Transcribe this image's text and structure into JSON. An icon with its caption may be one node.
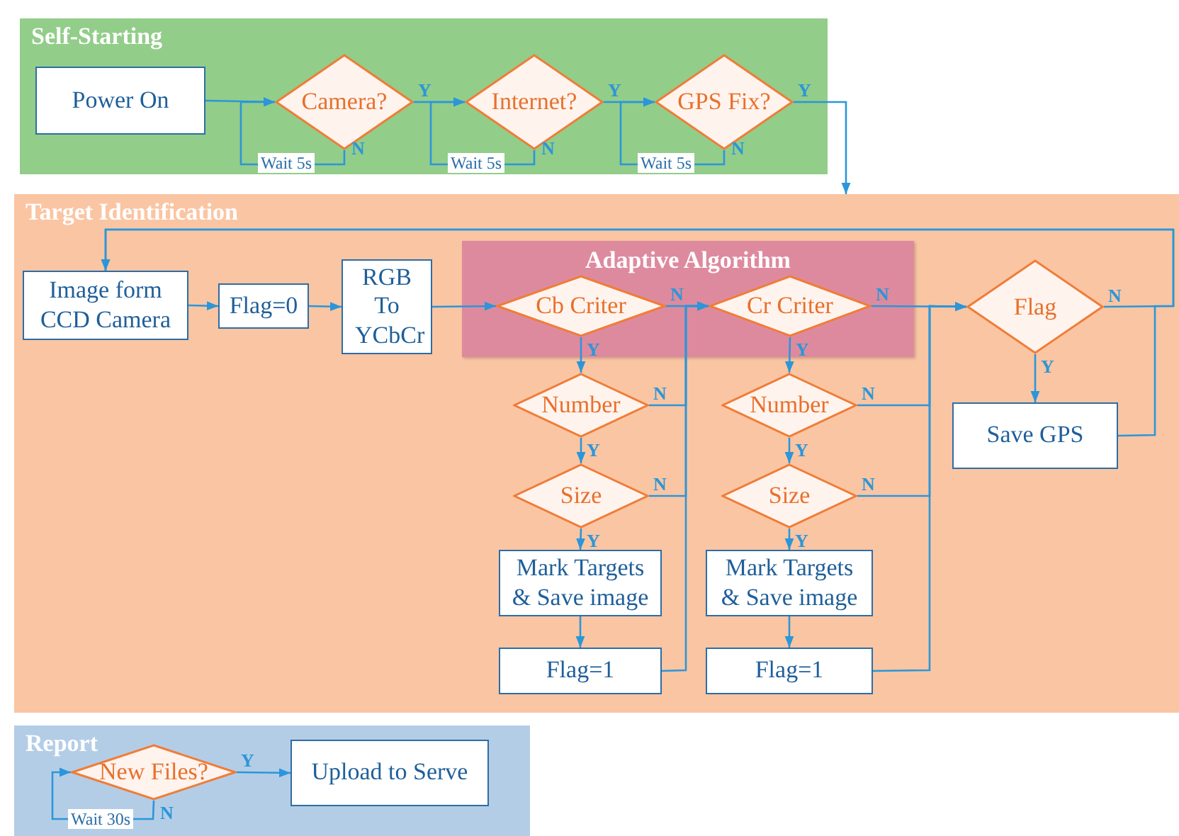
{
  "diagram": {
    "nodes": [
      {
        "text": [
          "Self-Starting"
        ]
      },
      {
        "text": [
          "Power On"
        ],
        "in": 0
      },
      {
        "text": [
          "Camera?"
        ],
        "in": 0
      },
      {
        "text": [
          "Internet?"
        ],
        "in": 0
      },
      {
        "text": [
          "GPS Fix?"
        ],
        "in": 0
      },
      {
        "text": [
          "Target Identification"
        ]
      },
      {
        "text": [
          "Image form CCD Camera"
        ],
        "in": 5
      },
      {
        "text": [
          "Flag=0"
        ],
        "in": 5
      },
      {
        "text": [
          "RGB To YCbCr"
        ],
        "in": 5
      },
      {
        "text": [
          "Adaptive Algorithm"
        ],
        "in": 5
      },
      {
        "text": [
          "Cb Criter"
        ],
        "in": 9
      },
      {
        "text": [
          "Cr Criter"
        ],
        "in": 9
      },
      {
        "text": [
          "Flag"
        ],
        "in": 5
      },
      {
        "text": [
          "Number"
        ],
        "in": 5
      },
      {
        "text": [
          "Size"
        ],
        "in": 5
      },
      {
        "text": [
          "Mark Targets & Save image"
        ],
        "in": 5
      },
      {
        "text": [
          "Flag=1"
        ],
        "in": 5
      },
      {
        "text": [
          "Number"
        ],
        "in": 5
      },
      {
        "text": [
          "Size"
        ],
        "in": 5
      },
      {
        "text": [
          "Mark Targets & Save image"
        ],
        "in": 5
      },
      {
        "text": [
          "Flag=1"
        ],
        "in": 5
      },
      {
        "text": [
          "Save GPS"
        ],
        "in": 5
      },
      {
        "text": [
          "Report"
        ]
      },
      {
        "text": [
          "New Files?"
        ],
        "in": 22
      },
      {
        "text": [
          "Upload to Serve"
        ],
        "in": 22
      }
    ],
    "edges": [
      {
        "from": 1,
        "to": 2,
        "arrow": "to"
      },
      {
        "from": 2,
        "to": 2,
        "label": "Wait 5s",
        "arrow": "to"
      },
      {
        "from": 2,
        "to": 3,
        "label": "Y",
        "arrow": "to"
      },
      {
        "from": 3,
        "to": 3,
        "label": "Wait 5s",
        "arrow": "to"
      },
      {
        "from": 3,
        "to": 4,
        "label": "Y",
        "arrow": "to"
      },
      {
        "from": 4,
        "to": 4,
        "label": "Wait 5s",
        "arrow": "to"
      },
      {
        "from": 4,
        "to": 5,
        "label": "Y",
        "arrow": "to"
      },
      {
        "from": 6,
        "to": 7,
        "arrow": "to"
      },
      {
        "from": 7,
        "to": 8,
        "arrow": "to"
      },
      {
        "from": 8,
        "to": 10,
        "arrow": "to"
      },
      {
        "from": 10,
        "to": 11,
        "label": "N",
        "arrow": "to"
      },
      {
        "from": 10,
        "to": 13,
        "label": "Y",
        "arrow": "to"
      },
      {
        "from": 13,
        "to": 14,
        "label": "Y",
        "arrow": "to"
      },
      {
        "from": 14,
        "to": 15,
        "label": "Y",
        "arrow": "to"
      },
      {
        "from": 15,
        "to": 16,
        "arrow": "to"
      },
      {
        "from": 13,
        "to": 11,
        "label": "N",
        "arrow": "to"
      },
      {
        "from": 14,
        "to": 11,
        "label": "N",
        "arrow": "to"
      },
      {
        "from": 16,
        "to": 11,
        "arrow": "to"
      },
      {
        "from": 11,
        "to": 12,
        "label": "N",
        "arrow": "to"
      },
      {
        "from": 11,
        "to": 17,
        "label": "Y",
        "arrow": "to"
      },
      {
        "from": 17,
        "to": 18,
        "label": "Y",
        "arrow": "to"
      },
      {
        "from": 18,
        "to": 19,
        "label": "Y",
        "arrow": "to"
      },
      {
        "from": 19,
        "to": 20,
        "arrow": "to"
      },
      {
        "from": 17,
        "to": 12,
        "label": "N",
        "arrow": "to"
      },
      {
        "from": 18,
        "to": 12,
        "label": "N",
        "arrow": "to"
      },
      {
        "from": 20,
        "to": 12,
        "arrow": "to"
      },
      {
        "from": 12,
        "to": 21,
        "label": "Y",
        "arrow": "to"
      },
      {
        "from": 12,
        "to": 6,
        "label": "N",
        "arrow": "to"
      },
      {
        "from": 21,
        "to": 6,
        "arrow": "to"
      },
      {
        "from": 23,
        "to": 24,
        "label": "Y",
        "arrow": "to"
      },
      {
        "from": 23,
        "to": 23,
        "label": "Wait 30s",
        "arrow": "to"
      }
    ],
    "labels": [
      "N",
      "N",
      "N",
      "N"
    ]
  }
}
